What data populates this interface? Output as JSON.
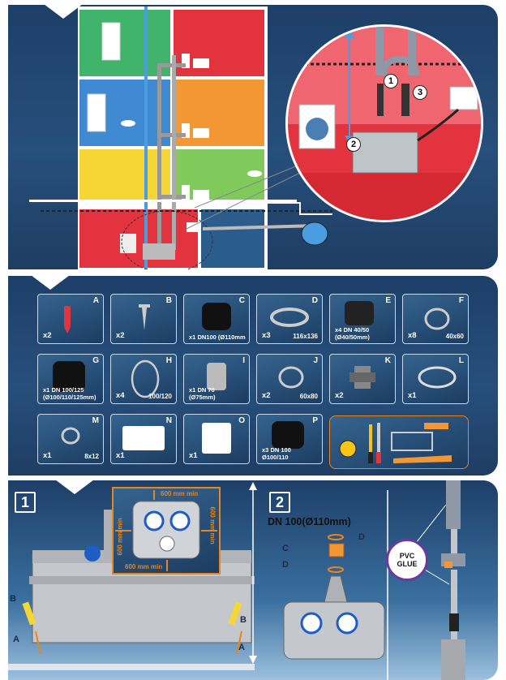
{
  "overview": {
    "callouts": [
      "1",
      "2",
      "3"
    ]
  },
  "kit": {
    "items": [
      {
        "letter": "A",
        "qty": "x2",
        "size": ""
      },
      {
        "letter": "B",
        "qty": "x2",
        "size": ""
      },
      {
        "letter": "C",
        "qty": "x1",
        "size": "DN100 (Ø110mm"
      },
      {
        "letter": "D",
        "qty": "x3",
        "size": "116x136"
      },
      {
        "letter": "E",
        "qty": "x4",
        "size": "DN 40/50\n(Ø40/50mm)"
      },
      {
        "letter": "F",
        "qty": "x8",
        "size": "40x60"
      },
      {
        "letter": "G",
        "qty": "x1",
        "size": "DN 100/125\n(Ø100/110/125mm)"
      },
      {
        "letter": "H",
        "qty": "x4",
        "size": "100/120"
      },
      {
        "letter": "I",
        "qty": "x1",
        "size": "DN 70\n(Ø75mm)"
      },
      {
        "letter": "J",
        "qty": "x2",
        "size": "60x80"
      },
      {
        "letter": "K",
        "qty": "x2",
        "size": ""
      },
      {
        "letter": "L",
        "qty": "x1",
        "size": ""
      },
      {
        "letter": "M",
        "qty": "x1",
        "size": "8x12"
      },
      {
        "letter": "N",
        "qty": "x1",
        "size": ""
      },
      {
        "letter": "O",
        "qty": "x1",
        "size": ""
      },
      {
        "letter": "P",
        "qty": "x3",
        "size": "DN 100\nØ100/110"
      }
    ]
  },
  "step1": {
    "number": "1",
    "clearance_top": "600 mm min",
    "clearance_right": "600 mm min",
    "clearance_left": "600 mm min",
    "clearance_bottom": "600 mm min",
    "label_a": "A",
    "label_b": "B"
  },
  "step2": {
    "number": "2",
    "title": "DN 100(Ø110mm)",
    "label_c": "C",
    "label_d": "D",
    "glue_line1": "PVC",
    "glue_line2": "GLUE"
  },
  "colors": {
    "panel": "#1d3f68",
    "room_red": "#e3333f",
    "room_green": "#3fb46a",
    "room_blue": "#3f8ad2",
    "room_orange": "#f29733",
    "room_yellow": "#f5d634",
    "accent_orange": "#e8851c"
  }
}
